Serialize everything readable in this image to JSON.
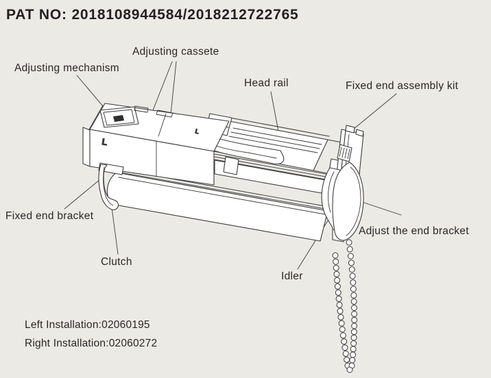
{
  "title": "PAT NO: 2018108944584/2018212722765",
  "diagram": {
    "part_labels": {
      "adjusting_cassete": "Adjusting cassete",
      "adjusting_mechanism": "Adjusting mechanism",
      "head_rail": "Head rail",
      "fixed_end_assembly_kit": "Fixed end assembly kit",
      "fixed_end_bracket": "Fixed end bracket",
      "clutch": "Clutch",
      "idler": "Idler",
      "adjust_the_end_bracket": "Adjust the end bracket"
    },
    "markings": {
      "cassette_l": "L",
      "clamp_l": "L"
    },
    "colors": {
      "background": "#ECEAE5",
      "line": "#3A3A3A",
      "text": "#2A2526",
      "fill": "#FFFFFF"
    }
  },
  "footer": {
    "left_installation": "Left Installation:02060195",
    "right_installation": "Right Installation:02060272"
  }
}
